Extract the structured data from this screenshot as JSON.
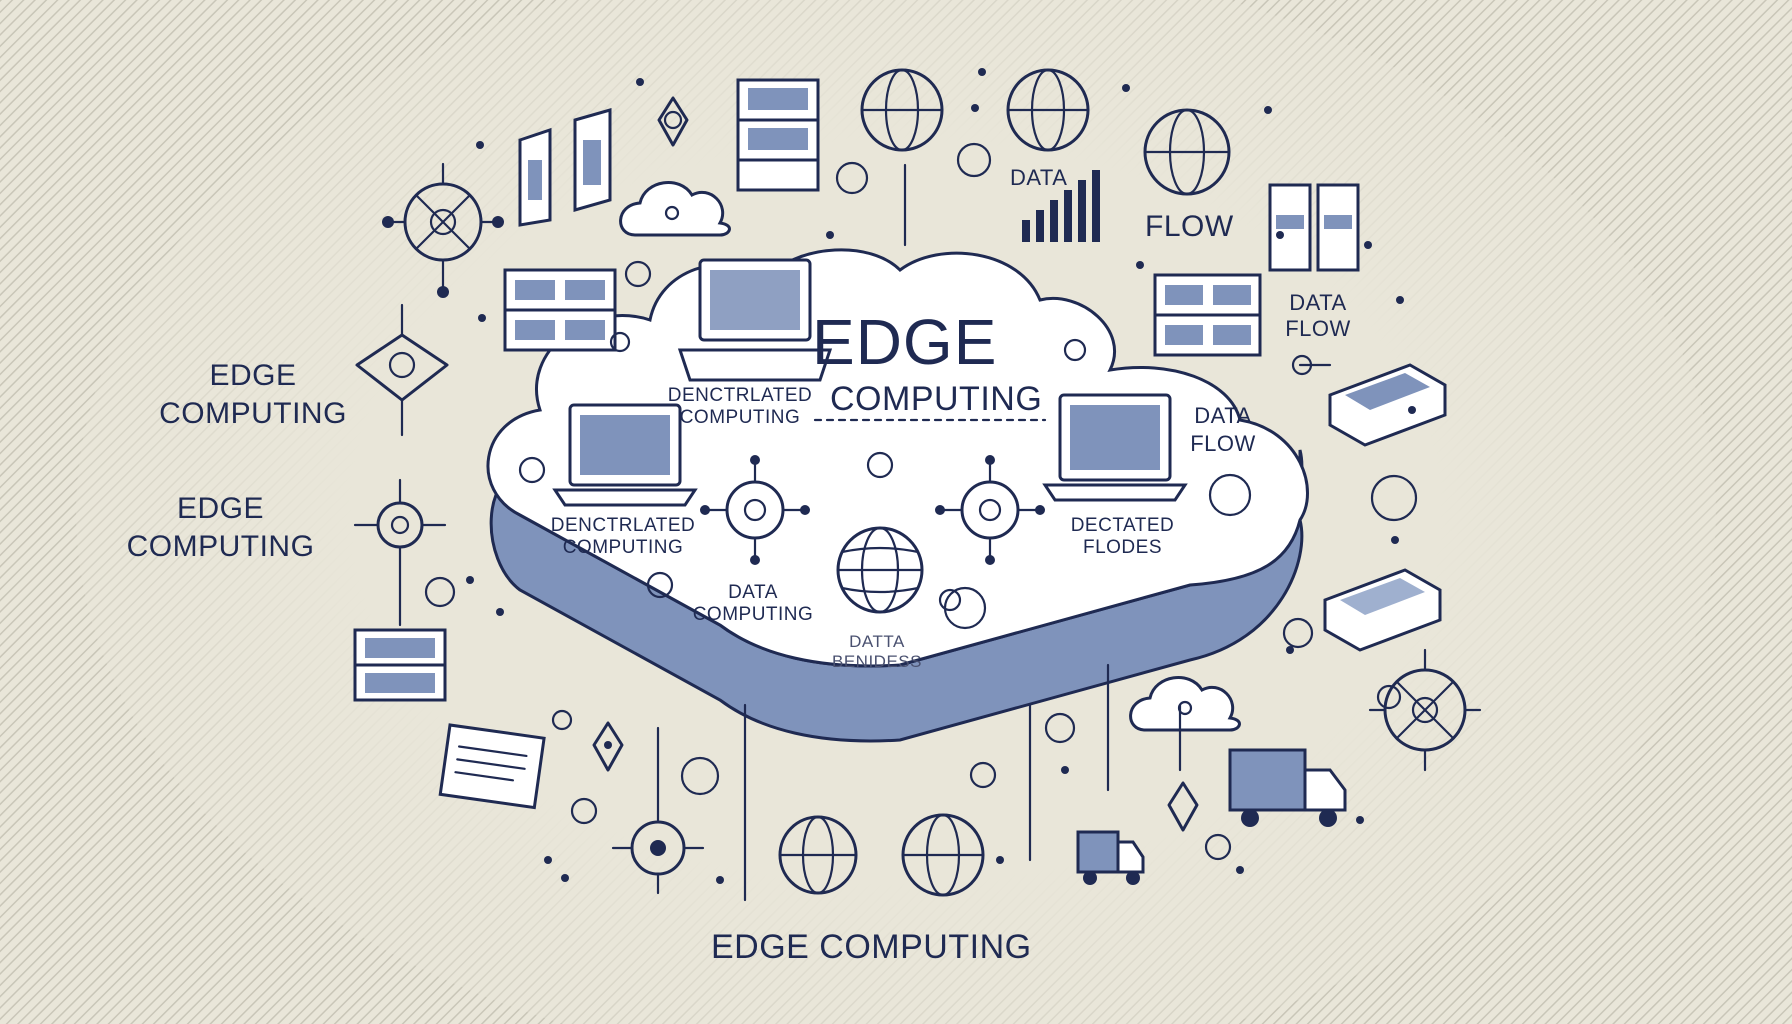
{
  "labels": {
    "hero_title": "EDGE",
    "hero_subtitle": "COMPUTING",
    "left_label_1": "EDGE\nCOMPUTING",
    "left_label_2": "EDGE\nCOMPUTING",
    "data_top": "DATA",
    "flow_top": "FLOW",
    "data_flow_right": "DATA\nFLOW",
    "data_flow_inner": "DATA\nFLOW",
    "decentralized_top": "DENCTRLATED\nCOMPUTING",
    "decentralized_left": "DENCTRLATED\nCOMPUTING",
    "dedicated_nodes": "DECTATED\nFLODES",
    "data_computing": "DATA\nCOMPUTING",
    "data_benefits": "DATTA\nBENIDESS",
    "footer_title": "EDGE COMPUTING"
  },
  "colors": {
    "background": "#e9e6d9",
    "ink": "#1f2a52",
    "platform_blue": "#7f93bb",
    "cloud_white": "#ffffff"
  },
  "icons": [
    "globe-icon",
    "network-node-icon",
    "server-rack-icon",
    "cloud-icon",
    "laptop-icon",
    "bar-chart-icon",
    "truck-icon",
    "document-icon",
    "location-pin-icon"
  ]
}
